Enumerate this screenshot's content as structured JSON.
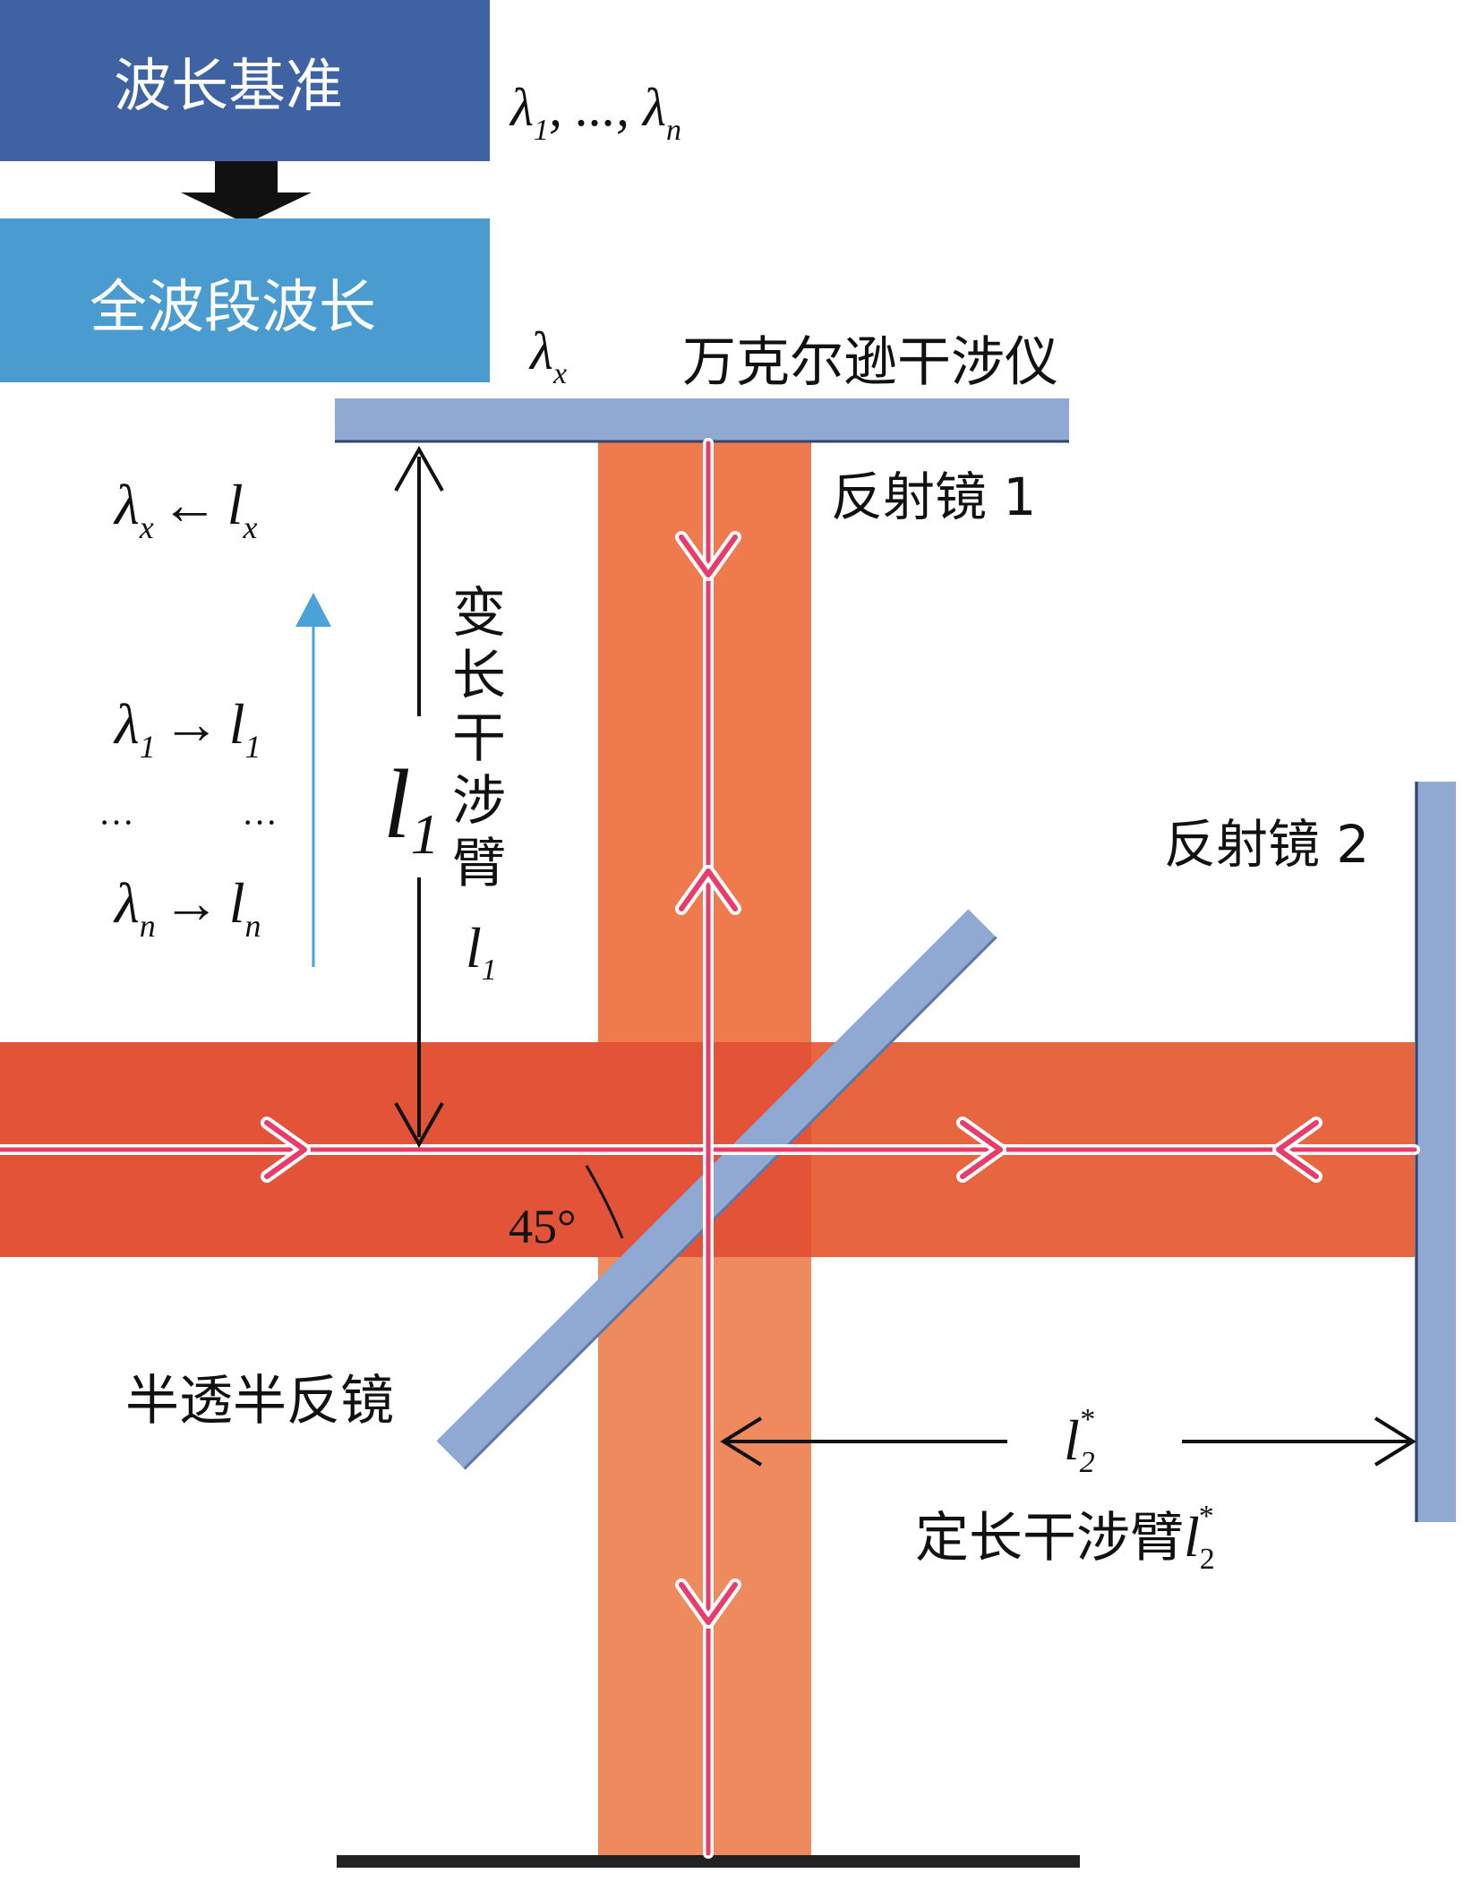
{
  "boxes": {
    "wavelength_ref": "波长基准",
    "full_band": "全波段波长",
    "ref_color": "#3f62a3",
    "full_color": "#4a9cd0"
  },
  "labels": {
    "lambda_list": {
      "lam": "λ",
      "sub1": "1",
      "sep": ", ..., ",
      "lam2": "λ",
      "subn": "n"
    },
    "lambda_x": {
      "lam": "λ",
      "sub": "x"
    },
    "instrument": "万克尔逊干涉仪",
    "mirror1": "反射镜 1",
    "mirror2": "反射镜 2",
    "splitter": "半透半反镜",
    "angle": "45°",
    "var_arm": [
      "变",
      "长",
      "干",
      "涉",
      "臂"
    ],
    "var_arm_l": "l",
    "var_arm_sub": "1",
    "big_l": "l",
    "big_l_sub": "1",
    "fixed_arm_text": "定长干涉臂",
    "fixed_arm_l": "l",
    "fixed_arm_sub": "2",
    "fixed_arm_sup": "*",
    "l2_l": "l",
    "l2_sub": "2",
    "l2_sup": "*"
  },
  "relations": {
    "top": {
      "lam": "λ",
      "lam_sub": "x",
      "arrow": "←",
      "l": "l",
      "l_sub": "x"
    },
    "row1": {
      "lam": "λ",
      "lam_sub": "1",
      "arrow": "→",
      "l": "l",
      "l_sub": "1"
    },
    "dots": {
      "left": "···",
      "right": "···"
    },
    "rown": {
      "lam": "λ",
      "lam_sub": "n",
      "arrow": "→",
      "l": "l",
      "l_sub": "n"
    }
  },
  "colors": {
    "beam_horizontal": "#e8663f",
    "beam_vertical": "#ee7a4e",
    "beam_overlap": "#e04e35",
    "mirror": "#8fa9d3",
    "ray": "#e83d6b",
    "up_arrow": "#4ba2d8"
  }
}
